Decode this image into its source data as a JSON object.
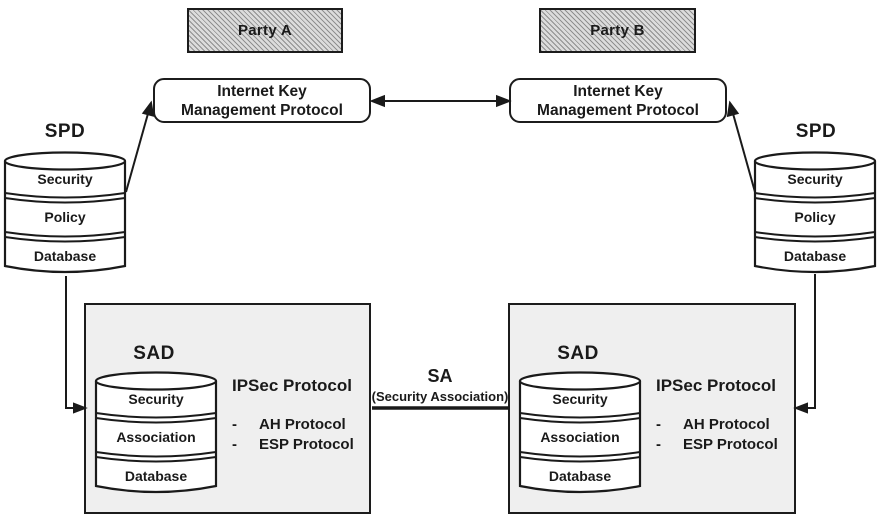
{
  "nodes": {
    "party_a": {
      "label": "Party A"
    },
    "party_b": {
      "label": "Party B"
    },
    "ikmp_a": {
      "line1": "Internet Key",
      "line2": "Management Protocol"
    },
    "ikmp_b": {
      "line1": "Internet Key",
      "line2": "Management Protocol"
    },
    "spd_a": {
      "title": "SPD",
      "bands": [
        "Security",
        "Policy",
        "Database"
      ]
    },
    "spd_b": {
      "title": "SPD",
      "bands": [
        "Security",
        "Policy",
        "Database"
      ]
    },
    "sad_a": {
      "title": "SAD",
      "bands": [
        "Security",
        "Association",
        "Database"
      ],
      "protocol": {
        "title": "IPSec Protocol",
        "bullet": "-",
        "items": [
          "AH Protocol",
          "ESP Protocol"
        ]
      }
    },
    "sad_b": {
      "title": "SAD",
      "bands": [
        "Security",
        "Association",
        "Database"
      ],
      "protocol": {
        "title": "IPSec Protocol",
        "bullet": "-",
        "items": [
          "AH Protocol",
          "ESP Protocol"
        ]
      }
    },
    "sa_link": {
      "title": "SA",
      "subtitle": "(Security Association)"
    }
  },
  "colors": {
    "line": "#1a1a1a",
    "panel_fill": "#efefef",
    "node_fill": "#ffffff"
  }
}
